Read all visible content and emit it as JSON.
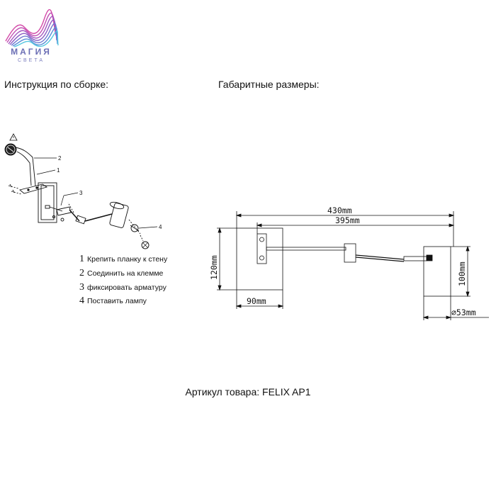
{
  "logo": {
    "name": "МАГИЯ",
    "tagline": "СВЕТА",
    "colors": {
      "pink": "#d34aa8",
      "purple": "#8b5cc4",
      "blue": "#5a8fd8",
      "cyan": "#54c6e0"
    }
  },
  "headings": {
    "assembly": "Инструкция по сборке:",
    "dimensions": "Габаритные размеры:"
  },
  "assembly": {
    "callouts": [
      "1",
      "2",
      "3",
      "4"
    ],
    "steps": [
      {
        "num": "1",
        "text": "Крепить планку к стену"
      },
      {
        "num": "2",
        "text": "Соединить на клемме"
      },
      {
        "num": "3",
        "text": "фиксировать арматуру"
      },
      {
        "num": "4",
        "text": "Поставить лампу"
      }
    ]
  },
  "dimensions": {
    "overall_length": "430mm",
    "arm_length": "395mm",
    "base_height": "120mm",
    "base_width": "90mm",
    "shade_height": "100mm",
    "shade_diameter": "⌀53mm"
  },
  "article": "Артикул товара: FELIX AP1"
}
